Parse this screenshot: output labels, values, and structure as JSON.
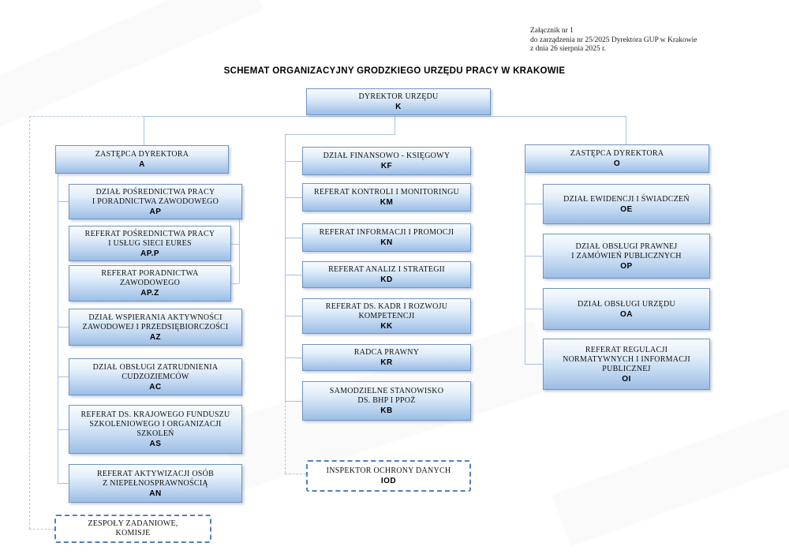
{
  "annotation": {
    "text": "Załącznik nr 1\ndo zarządzenia nr 25/2025 Dyrektora GUP w Krakowie\nz dnia 26 sierpnia 2025 r."
  },
  "title": "SCHEMAT ORGANIZACYJNY GRODZKIEGO URZĘDU PRACY W KRAKOWIE",
  "nodes": {
    "k": {
      "title": "DYREKTOR URZĘDU",
      "code": "K"
    },
    "a": {
      "title": "ZASTĘPCA DYREKTORA",
      "code": "A"
    },
    "ap": {
      "title": "DZIAŁ POŚREDNICTWA PRACY\nI PORADNICTWA ZAWODOWEGO",
      "code": "AP"
    },
    "app": {
      "title": "REFERAT POŚREDNICTWA PRACY\nI USŁUG SIECI EURES",
      "code": "AP.P"
    },
    "apz": {
      "title": "REFERAT PORADNICTWA\nZAWODOWEGO",
      "code": "AP.Z"
    },
    "az": {
      "title": "DZIAŁ WSPIERANIA AKTYWNOŚCI\nZAWODOWEJ I PRZEDSIĘBIORCZOŚCI",
      "code": "AZ"
    },
    "ac": {
      "title": "DZIAŁ OBSŁUGI ZATRUDNIENIA\nCUDZOZIEMCÓW",
      "code": "AC"
    },
    "as": {
      "title": "REFERAT DS. KRAJOWEGO FUNDUSZU\nSZKOLENIOWEGO I ORGANIZACJI\nSZKOLEŃ",
      "code": "AS"
    },
    "an": {
      "title": "REFERAT AKTYWIZACJI OSÓB\nZ NIEPEŁNOSPRAWNOŚCIĄ",
      "code": "AN"
    },
    "zespoly": {
      "title": "ZESPOŁY ZADANIOWE,\nKOMISJE",
      "code": ""
    },
    "kf": {
      "title": "DZIAŁ FINANSOWO - KSIĘGOWY",
      "code": "KF"
    },
    "km": {
      "title": "REFERAT KONTROLI I MONITORINGU",
      "code": "KM"
    },
    "kn": {
      "title": "REFERAT INFORMACJI I PROMOCJI",
      "code": "KN"
    },
    "kd": {
      "title": "REFERAT ANALIZ I STRATEGII",
      "code": "KD"
    },
    "kk": {
      "title": "REFERAT DS. KADR I ROZWOJU\nKOMPETENCJI",
      "code": "KK"
    },
    "kr": {
      "title": "RADCA PRAWNY",
      "code": "KR"
    },
    "kb": {
      "title": "SAMODZIELNE STANOWISKO\nDS. BHP I PPOŻ",
      "code": "KB"
    },
    "iod": {
      "title": "INSPEKTOR OCHRONY DANYCH",
      "code": "IOD"
    },
    "o": {
      "title": "ZASTĘPCA DYREKTORA",
      "code": "O"
    },
    "oe": {
      "title": "DZIAŁ EWIDENCJI I ŚWIADCZEŃ",
      "code": "OE"
    },
    "op": {
      "title": "DZIAŁ OBSŁUGI PRAWNEJ\nI ZAMÓWIEŃ PUBLICZNYCH",
      "code": "OP"
    },
    "oa": {
      "title": "DZIAŁ OBSŁUGI URZĘDU",
      "code": "OA"
    },
    "oi": {
      "title": "REFERAT REGULACJI\nNORMATYWNYCH I INFORMACJI\nPUBLICZNEJ",
      "code": "OI"
    }
  },
  "colors": {
    "box_border": "#7094c4",
    "box_fill_top": "#f8fbff",
    "box_fill_bottom": "#9cbde6",
    "dashed_border": "#4f81bd",
    "connector": "#a8c2e0"
  }
}
